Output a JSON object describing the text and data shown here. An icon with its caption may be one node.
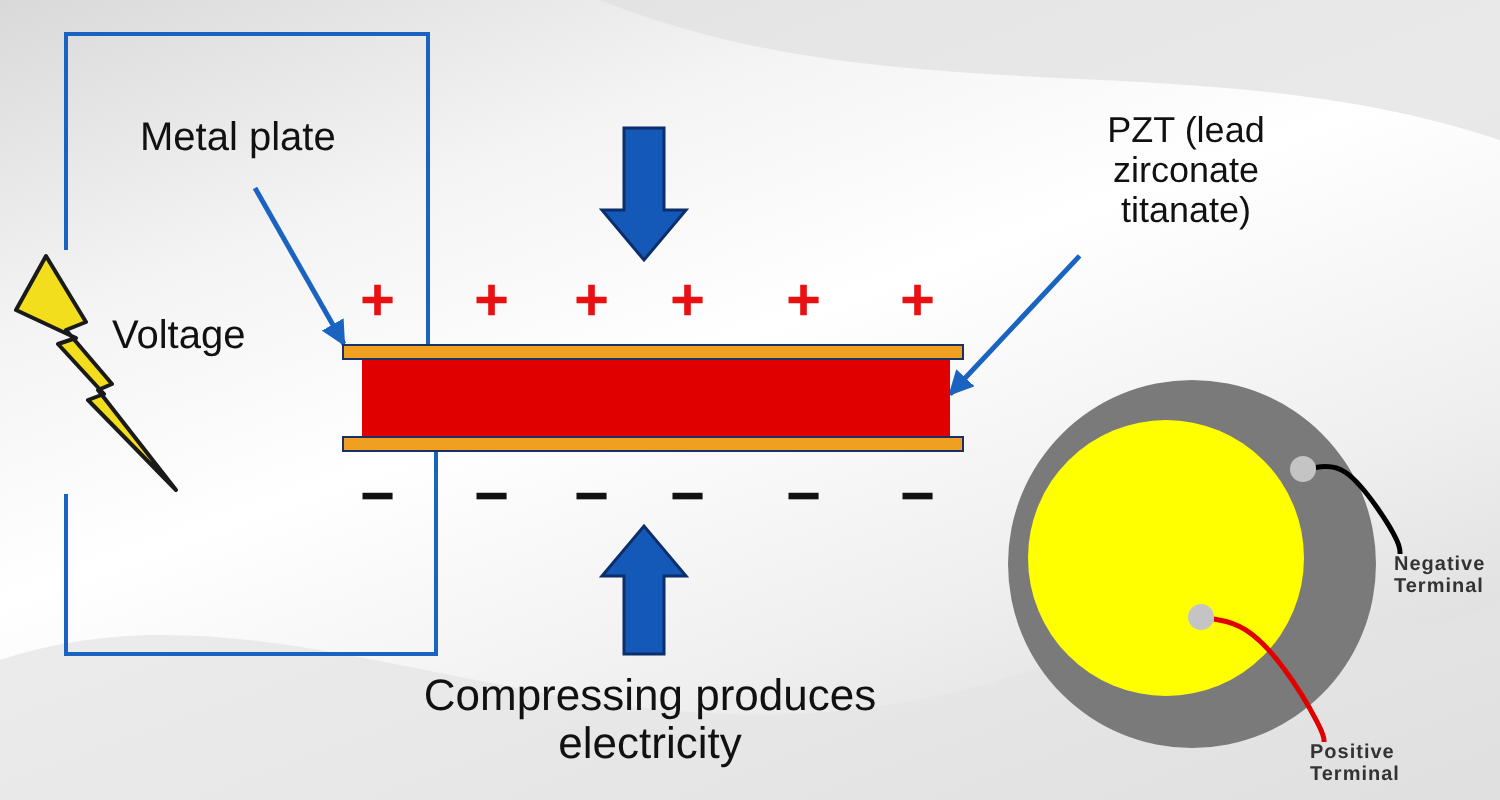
{
  "diagram": {
    "nodes": [
      {
        "text": [
          "Metal plate"
        ]
      },
      {
        "text": [],
        "shape": "bar"
      },
      {
        "text": [
          "PZT (lead zirconate titanate)"
        ]
      },
      {
        "text": [],
        "shape": "bar"
      },
      {
        "text": [],
        "shape": "bar"
      },
      {
        "text": [],
        "shape": "circle"
      },
      {
        "text": [
          "Negative Terminal"
        ]
      },
      {
        "text": [],
        "shape": "circle"
      },
      {
        "text": [
          "Positive Terminal"
        ]
      },
      {
        "text": [],
        "shape": "picture"
      }
    ],
    "edges": [
      {
        "from": 0,
        "to": 1,
        "arrow": "to"
      },
      {
        "from": 2,
        "to": 3,
        "arrow": "to"
      },
      {
        "from": 1,
        "to": 9,
        "arrow": "none"
      },
      {
        "from": 9,
        "to": 4,
        "arrow": "none"
      },
      {
        "from": 6,
        "to": 5,
        "arrow": "none",
        "color": "#000000"
      },
      {
        "from": 8,
        "to": 7,
        "arrow": "none",
        "color": "#e00000"
      }
    ],
    "labels": [
      "+",
      "+",
      "+",
      "+",
      "+",
      "+",
      "Voltage",
      "−",
      "−",
      "−",
      "−",
      "−",
      "−",
      "Compressing produces electricity"
    ]
  }
}
